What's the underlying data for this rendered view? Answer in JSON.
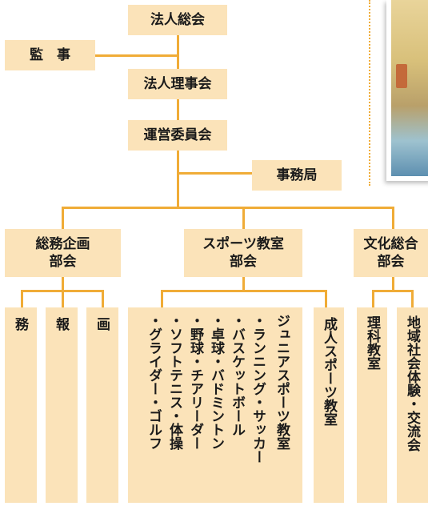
{
  "org": {
    "general_assembly": "法人総会",
    "auditor": "監　事",
    "board": "法人理事会",
    "steering": "運営委員会",
    "secretariat": "事務局",
    "dept_general": "総務企画\n部会",
    "dept_sports": "スポーツ教室\n部会",
    "dept_culture": "文化総合\n部会",
    "general_items": [
      "財\n\n務",
      "広\n\n報",
      "企\n\n画"
    ],
    "sports_junior_title": "ジュニアスポーツ教室",
    "sports_junior_items": [
      "・ランニング・サッカー",
      "・バスケットボール",
      "・卓球・バドミントン",
      "・野球・チアリーダー",
      "・ソフトテニス・体操",
      "・グライダー・ゴルフ"
    ],
    "sports_adult": "成人スポーツ教室",
    "culture_items": [
      "理科教室",
      "地域社会体験・交流会"
    ]
  },
  "colors": {
    "box": "#fbe3b9",
    "line": "#f0ac37"
  }
}
